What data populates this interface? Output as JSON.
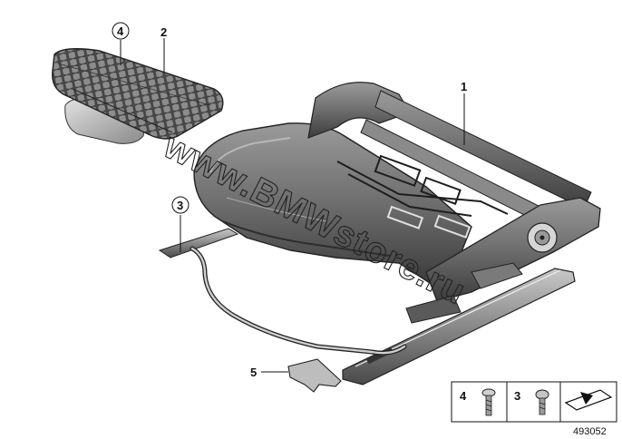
{
  "diagram": {
    "callouts": [
      {
        "id": "1",
        "label": "1",
        "circled": false
      },
      {
        "id": "2",
        "label": "2",
        "circled": false
      },
      {
        "id": "3",
        "label": "3",
        "circled": true
      },
      {
        "id": "4",
        "label": "4",
        "circled": true
      },
      {
        "id": "5",
        "label": "5",
        "circled": false
      }
    ],
    "watermark": "www.BMWstore.ru",
    "legend": {
      "items": [
        {
          "label": "4",
          "part": "screw-flat-head"
        },
        {
          "label": "3",
          "part": "screw-round-head"
        }
      ],
      "arrow_icon": "arrow-pointer-icon"
    },
    "diagram_number": "493052",
    "colors": {
      "frame": "#6e6e6e",
      "frame_dark": "#3c3c3c",
      "frame_light": "#b4b4b4",
      "mat": "#555555",
      "line": "#111111"
    }
  }
}
